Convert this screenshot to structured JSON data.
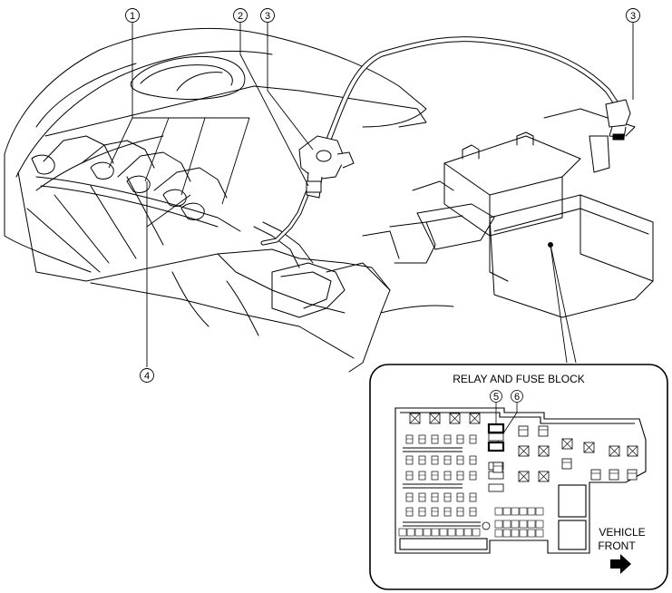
{
  "callouts": {
    "c1": "1",
    "c2": "2",
    "c3a": "3",
    "c3b": "3",
    "c4": "4",
    "c5": "5",
    "c6": "6"
  },
  "inset": {
    "title": "RELAY AND FUSE BLOCK",
    "front_line1": "VEHICLE",
    "front_line2": "FRONT"
  }
}
